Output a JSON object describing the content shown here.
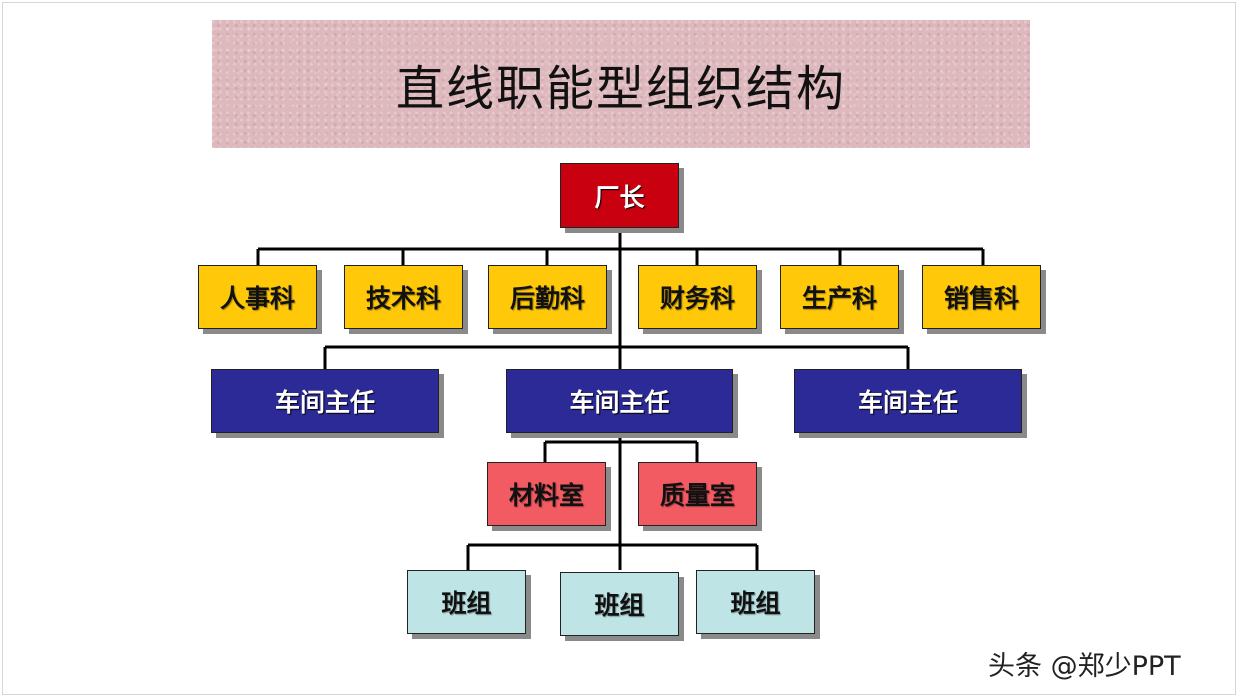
{
  "title": "直线职能型组织结构",
  "nodes": {
    "factory_director": "厂长",
    "departments": [
      "人事科",
      "技术科",
      "后勤科",
      "财务科",
      "生产科",
      "销售科"
    ],
    "workshop_directors": [
      "车间主任",
      "车间主任",
      "车间主任"
    ],
    "offices": [
      "材料室",
      "质量室"
    ],
    "teams": [
      "班组",
      "班组",
      "班组"
    ]
  },
  "colors": {
    "director": "#c8000f",
    "department": "#ffc808",
    "workshop": "#2c2a96",
    "office": "#f25b62",
    "team": "#bfe4e6",
    "banner": "#ddb8bd"
  },
  "watermark": "头条 @郑少PPT"
}
